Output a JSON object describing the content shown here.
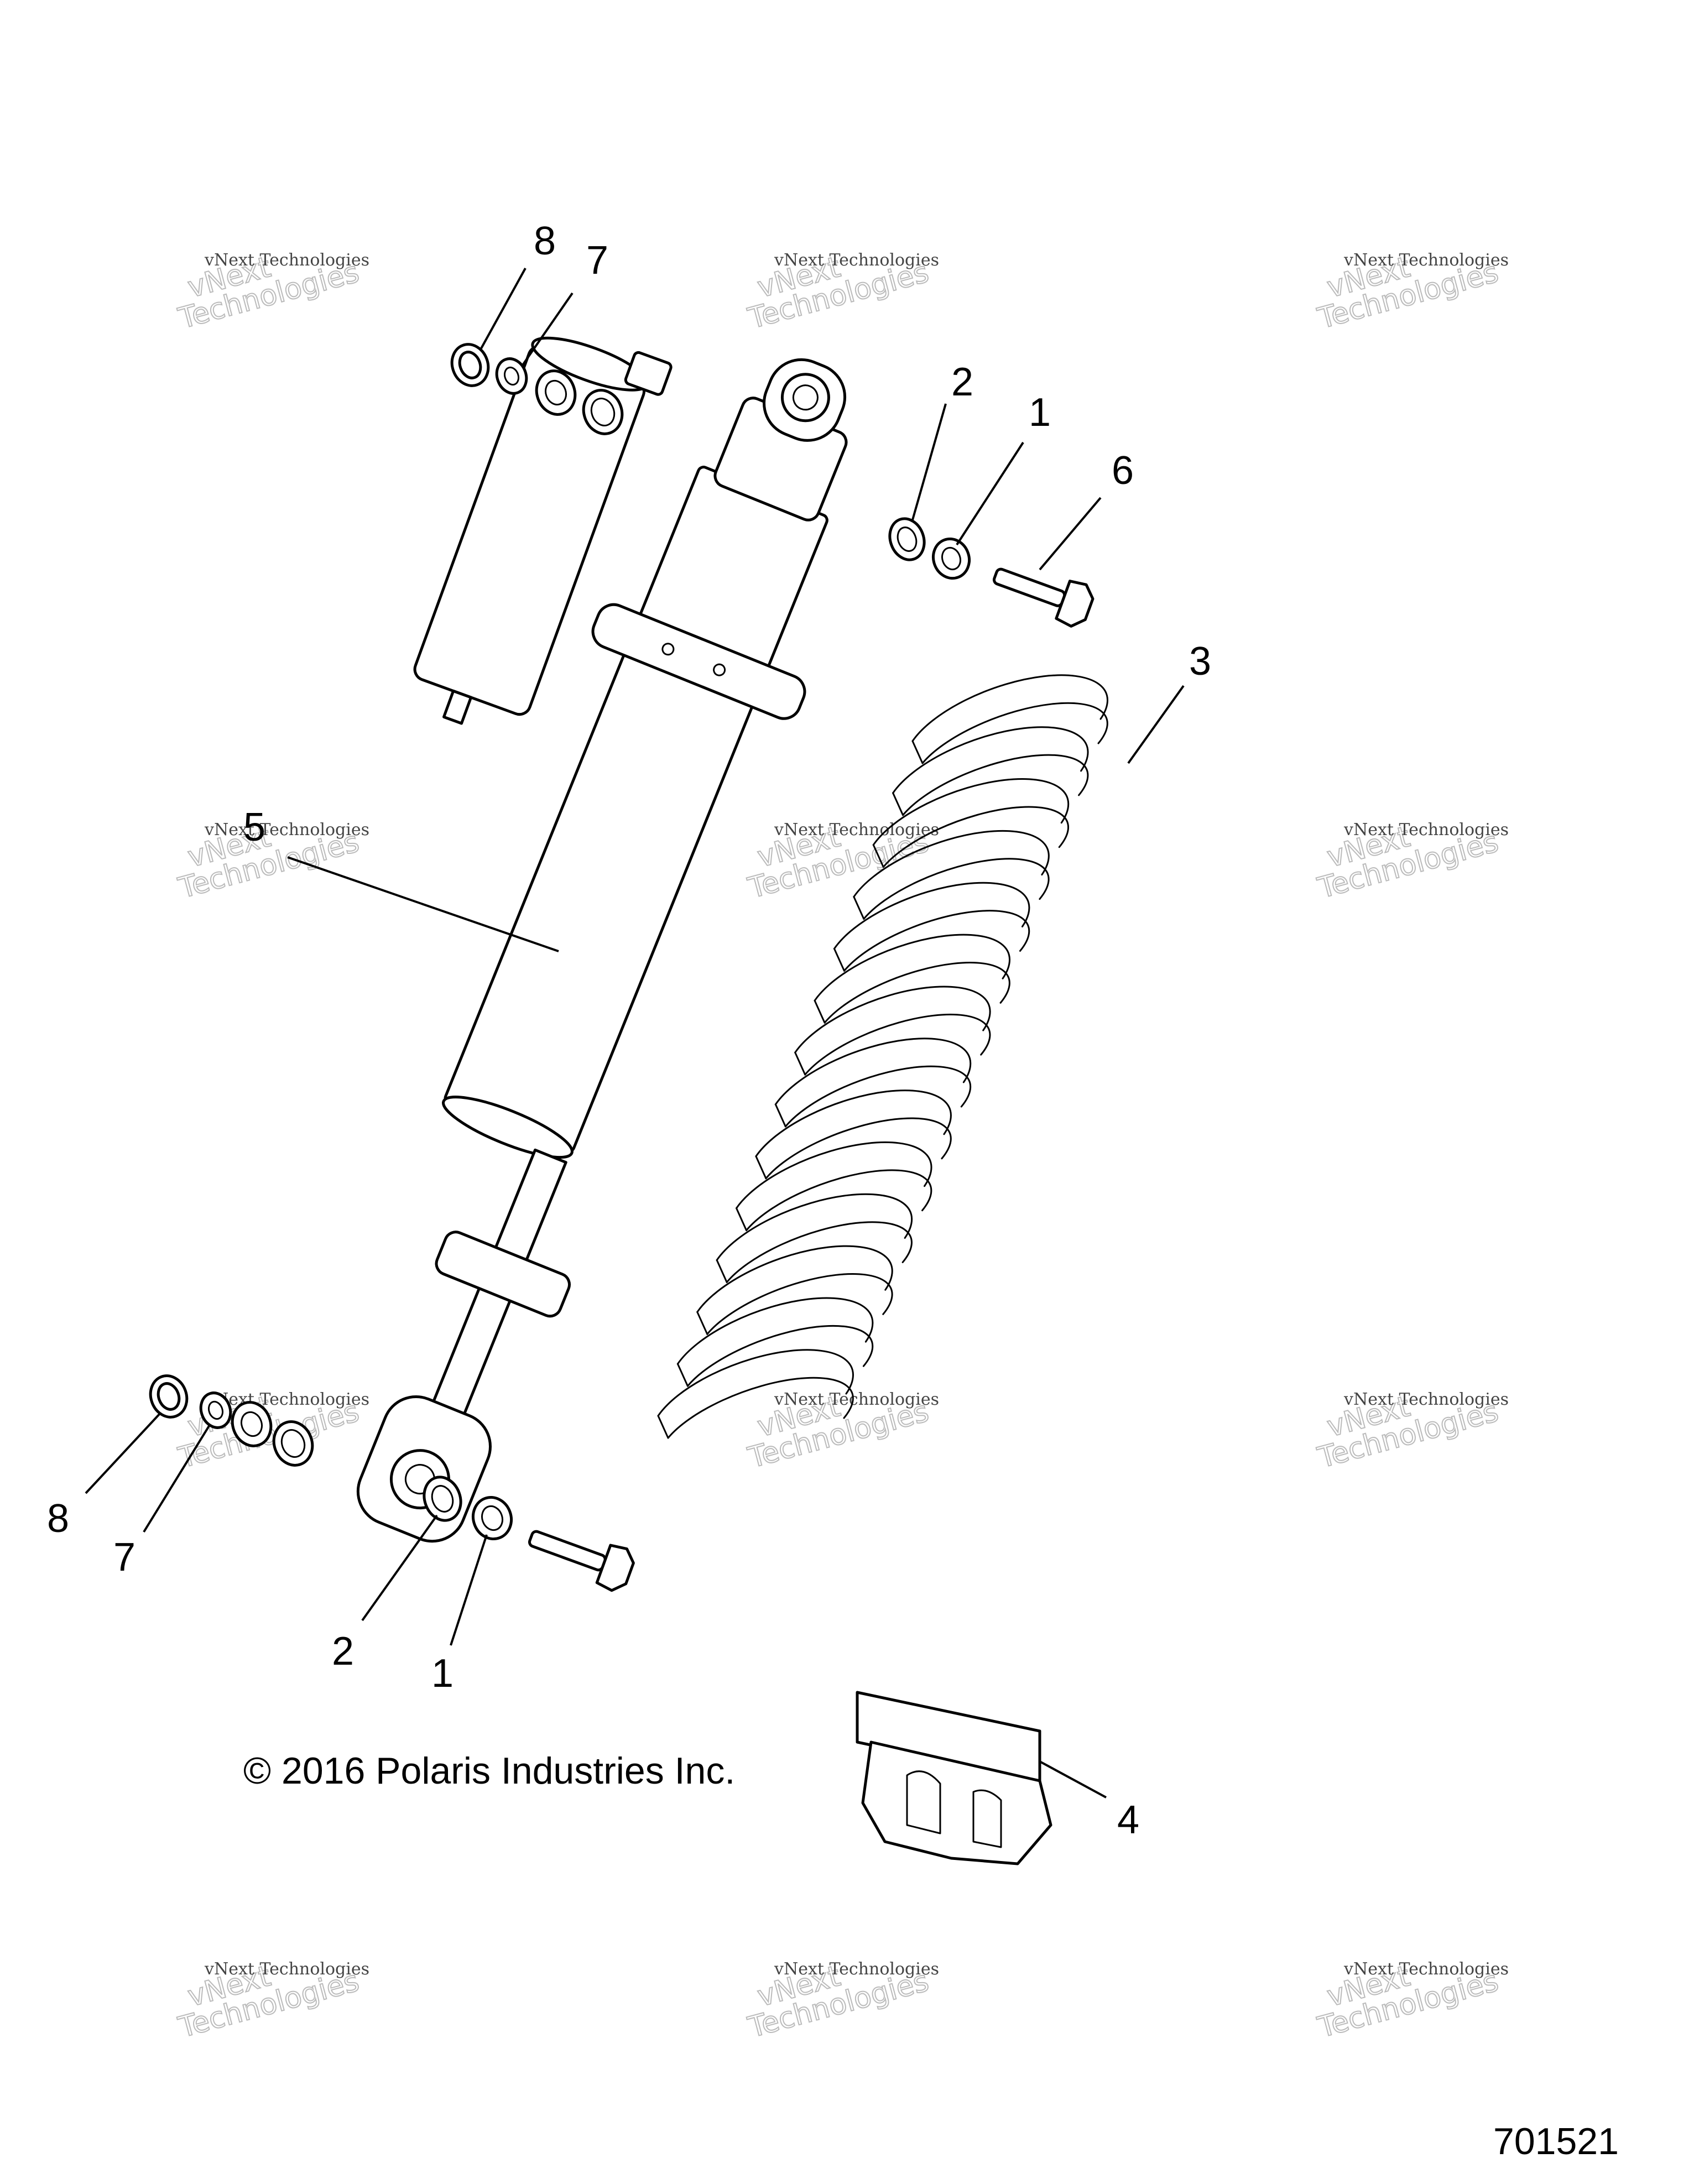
{
  "copyright": "© 2016 Polaris Industries Inc.",
  "drawing_number": "701521",
  "watermark": {
    "line1": "vNext Technologies",
    "big_top": "vNext",
    "big_bottom": "Technologies"
  },
  "callouts": [
    {
      "id": "c8-top",
      "label": "8"
    },
    {
      "id": "c7-top",
      "label": "7"
    },
    {
      "id": "c2-top",
      "label": "2"
    },
    {
      "id": "c1-top",
      "label": "1"
    },
    {
      "id": "c6",
      "label": "6"
    },
    {
      "id": "c3",
      "label": "3"
    },
    {
      "id": "c5",
      "label": "5"
    },
    {
      "id": "c8-bottom",
      "label": "8"
    },
    {
      "id": "c7-bottom",
      "label": "7"
    },
    {
      "id": "c2-bottom",
      "label": "2"
    },
    {
      "id": "c1-bottom",
      "label": "1"
    },
    {
      "id": "c4",
      "label": "4"
    }
  ]
}
